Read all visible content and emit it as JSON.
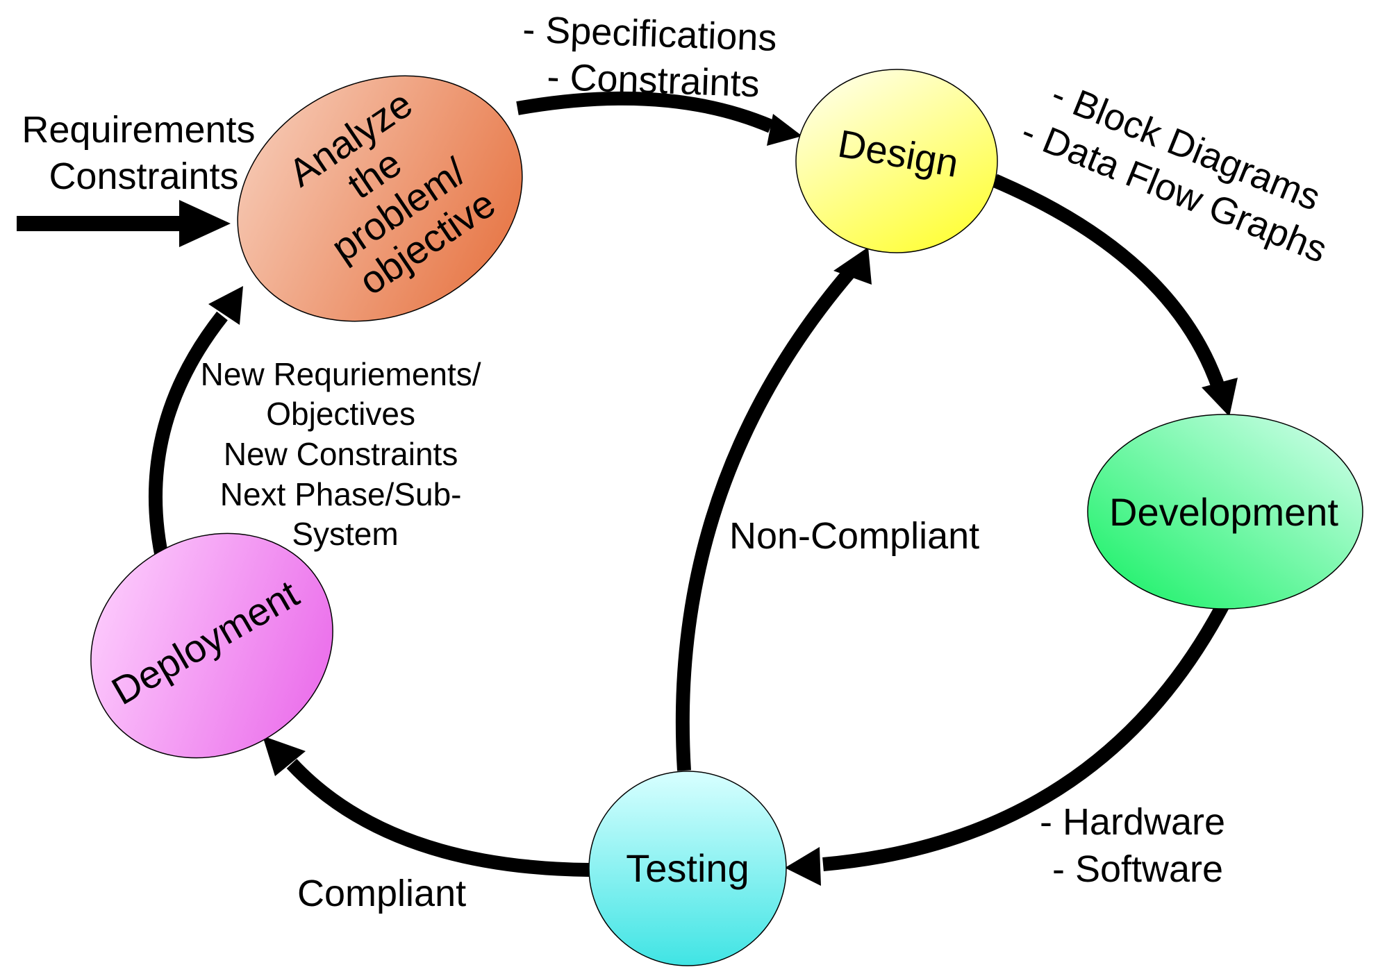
{
  "diagram": {
    "nodes": {
      "analyze": {
        "lines": [
          "Analyze",
          "the",
          "problem/",
          "objective"
        ]
      },
      "design": {
        "label": "Design"
      },
      "development": {
        "label": "Development"
      },
      "testing": {
        "label": "Testing"
      },
      "deployment": {
        "label": "Deployment"
      }
    },
    "edges": {
      "input": {
        "lines": [
          "Requirements",
          "Constraints"
        ]
      },
      "analyze_to_design": {
        "lines": [
          "- Specifications",
          "- Constraints"
        ]
      },
      "design_to_development": {
        "lines": [
          "- Block Diagrams",
          "- Data Flow Graphs"
        ]
      },
      "development_to_testing": {
        "lines": [
          "- Hardware",
          "- Software"
        ]
      },
      "testing_to_design": {
        "label": "Non-Compliant"
      },
      "testing_to_deployment": {
        "label": "Compliant"
      },
      "deployment_to_analyze": {
        "lines": [
          "New Requriements/",
          "Objectives",
          "New Constraints",
          "Next Phase/Sub-",
          "System"
        ]
      }
    },
    "colors": {
      "analyze": [
        "#f8d2c0",
        "#e56c38"
      ],
      "design": [
        "#ffffe6",
        "#ffff33"
      ],
      "development": [
        "#d8fff0",
        "#10f060"
      ],
      "testing": [
        "#d8ffff",
        "#40e4e4"
      ],
      "deployment": [
        "#ffd8ff",
        "#e860e8"
      ],
      "arrow": "#000000"
    }
  }
}
